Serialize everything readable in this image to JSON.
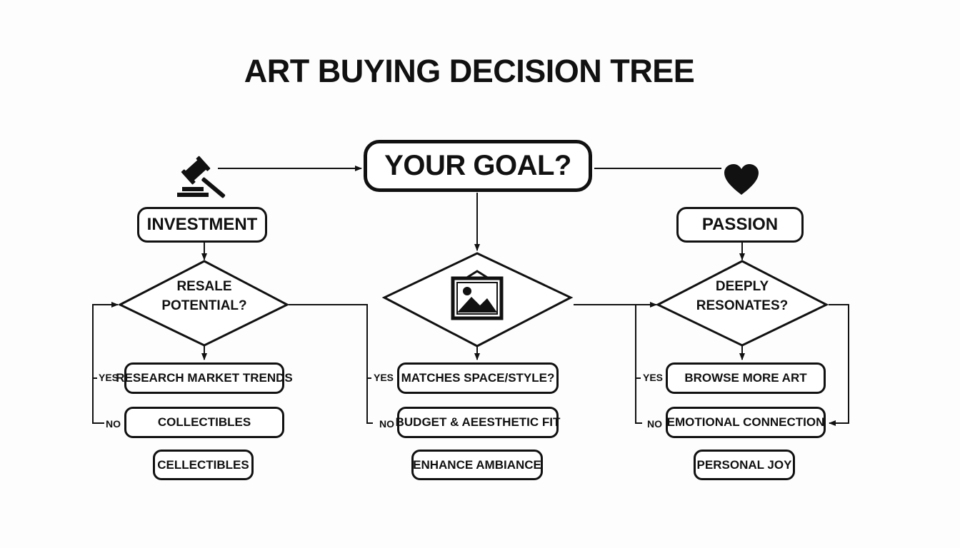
{
  "title": "ART BUYING DECISION TREE",
  "goal": "YOUR GOAL?",
  "investment": {
    "label": "INVESTMENT",
    "question_line1": "RESALE",
    "question_line2": "POTENTIAL?",
    "yes_label": "YES",
    "no_label": "NO",
    "yes_result": "RESEARCH MARKET TRENDS",
    "no_result": "COLLECTIBLES",
    "final": "CELLECTIBLES",
    "icon": "gavel-icon"
  },
  "middle": {
    "icon": "picture-icon",
    "yes_label": "YES",
    "no_label": "NO",
    "yes_result": "MATCHES SPACE/STYLE?",
    "no_result": "BUDGET & AEESTHETIC FIT",
    "final": "ENHANCE AMBIANCE"
  },
  "passion": {
    "label": "PASSION",
    "question_line1": "DEEPLY",
    "question_line2": "RESONATES?",
    "yes_label": "YES",
    "no_label": "NO",
    "yes_result": "BROWSE MORE ART",
    "no_result": "EMOTIONAL CONNECTION",
    "final": "PERSONAL JOY",
    "icon": "heart-icon"
  }
}
